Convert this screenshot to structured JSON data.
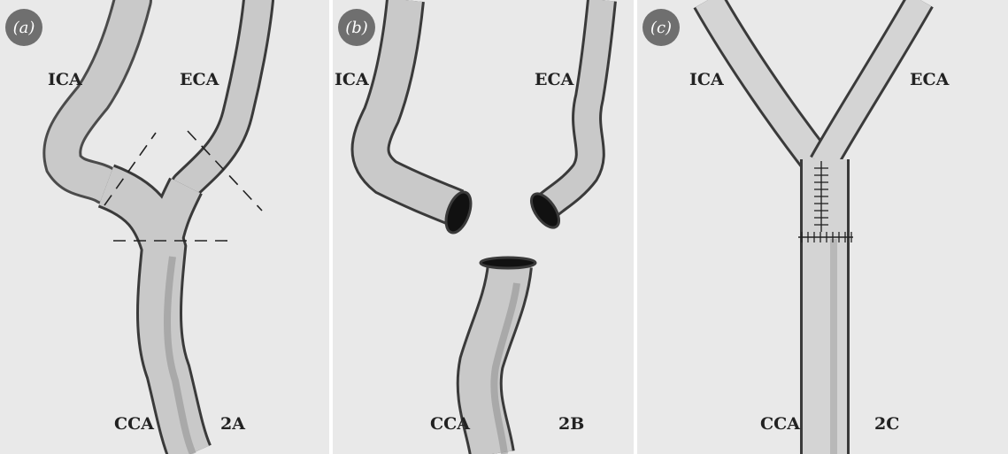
{
  "panels": [
    {
      "badge": "(a)",
      "labels": {
        "left_branch": "ICA",
        "right_branch": "ECA",
        "trunk": "CCA",
        "figure_code": "2A"
      }
    },
    {
      "badge": "(b)",
      "labels": {
        "left_branch": "ICA",
        "right_branch": "ECA",
        "trunk": "CCA",
        "figure_code": "2B"
      }
    },
    {
      "badge": "(c)",
      "labels": {
        "left_branch": "ICA",
        "right_branch": "ECA",
        "trunk": "CCA",
        "figure_code": "2C"
      }
    }
  ],
  "colors": {
    "vessel_fill": "#c9c9c9",
    "vessel_shadow": "#8e8e8e",
    "outline": "#3a3a3a",
    "badge_bg": "#6f6f6f"
  }
}
